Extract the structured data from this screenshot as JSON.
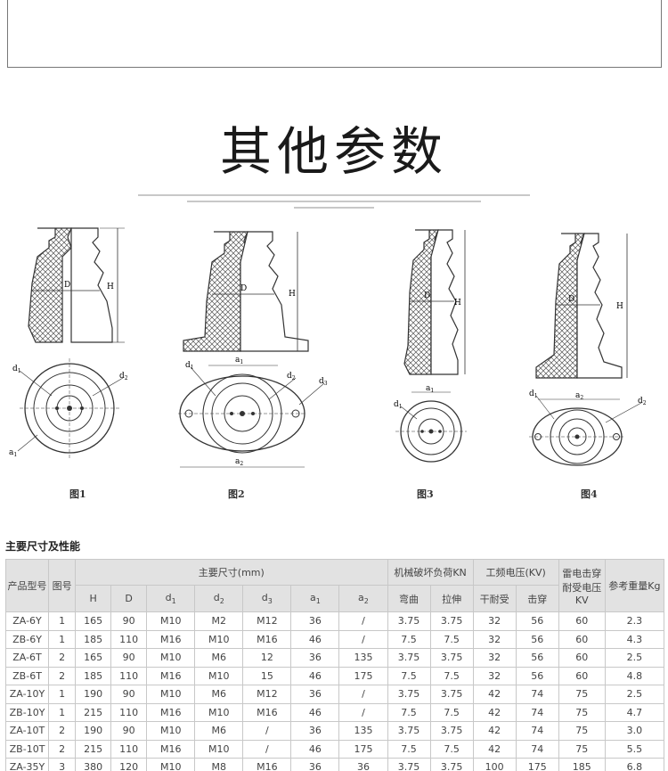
{
  "page": {
    "title": "其他参数"
  },
  "figures": [
    {
      "caption": "图1",
      "labels": {
        "H": "H",
        "D": "D",
        "d1": "d",
        "d2": "d",
        "a1": "a"
      }
    },
    {
      "caption": "图2",
      "labels": {
        "H": "H",
        "D": "D",
        "d1": "d",
        "d2": "d",
        "d3": "d",
        "a1": "a",
        "a2": "a"
      }
    },
    {
      "caption": "图3",
      "labels": {
        "H": "H",
        "D": "D",
        "d1": "d",
        "a1": "a"
      }
    },
    {
      "caption": "图4",
      "labels": {
        "H": "H",
        "D": "D",
        "d1": "d",
        "d2": "d",
        "a2": "a"
      }
    }
  ],
  "section": {
    "title": "主要尺寸及性能"
  },
  "table": {
    "group_headers": {
      "model": "产品型号",
      "figure": "图号",
      "dimensions": "主要尺寸(mm)",
      "mechanical": "机械破坏负荷KN",
      "power_freq": "工频电压(KV)",
      "lightning": "雷电击穿耐受电压KV",
      "weight": "参考重量Kg"
    },
    "sub_headers": {
      "H": "H",
      "D": "D",
      "d1": "d",
      "d2": "d",
      "d3": "d",
      "a1": "a",
      "a2": "a",
      "bend": "弯曲",
      "tensile": "拉伸",
      "dry": "干耐受",
      "puncture": "击穿"
    },
    "rows": [
      [
        "ZA-6Y",
        "1",
        "165",
        "90",
        "M10",
        "M2",
        "M12",
        "36",
        "/",
        "3.75",
        "3.75",
        "32",
        "56",
        "60",
        "2.3"
      ],
      [
        "ZB-6Y",
        "1",
        "185",
        "110",
        "M16",
        "M10",
        "M16",
        "46",
        "/",
        "7.5",
        "7.5",
        "32",
        "56",
        "60",
        "4.3"
      ],
      [
        "ZA-6T",
        "2",
        "165",
        "90",
        "M10",
        "M6",
        "12",
        "36",
        "135",
        "3.75",
        "3.75",
        "32",
        "56",
        "60",
        "2.5"
      ],
      [
        "ZB-6T",
        "2",
        "185",
        "110",
        "M16",
        "M10",
        "15",
        "46",
        "175",
        "7.5",
        "7.5",
        "32",
        "56",
        "60",
        "4.8"
      ],
      [
        "ZA-10Y",
        "1",
        "190",
        "90",
        "M10",
        "M6",
        "M12",
        "36",
        "/",
        "3.75",
        "3.75",
        "42",
        "74",
        "75",
        "2.5"
      ],
      [
        "ZB-10Y",
        "1",
        "215",
        "110",
        "M16",
        "M10",
        "M16",
        "46",
        "/",
        "7.5",
        "7.5",
        "42",
        "74",
        "75",
        "4.7"
      ],
      [
        "ZA-10T",
        "2",
        "190",
        "90",
        "M10",
        "M6",
        "/",
        "36",
        "135",
        "3.75",
        "3.75",
        "42",
        "74",
        "75",
        "3.0"
      ],
      [
        "ZB-10T",
        "2",
        "215",
        "110",
        "M16",
        "M10",
        "/",
        "46",
        "175",
        "7.5",
        "7.5",
        "42",
        "74",
        "75",
        "5.5"
      ],
      [
        "ZA-35Y",
        "3",
        "380",
        "120",
        "M10",
        "M8",
        "M16",
        "36",
        "36",
        "3.75",
        "3.75",
        "100",
        "175",
        "185",
        "6.8"
      ]
    ]
  }
}
